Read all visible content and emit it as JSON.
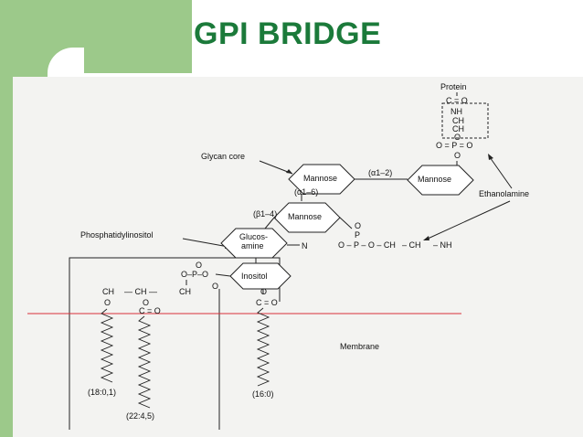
{
  "slide": {
    "title": "GPI BRIDGE"
  },
  "diagram": {
    "labels": {
      "protein": "Protein",
      "glycan_core": "Glycan core",
      "ethanolamine": "Ethanolamine",
      "phosphatidylinositol": "Phosphatidylinositol",
      "membrane": "Membrane"
    },
    "rings": {
      "mannose_1": "Mannose",
      "mannose_2": "Mannose",
      "mannose_3": "Mannose",
      "glucosamine_line1": "Glucos-",
      "glucosamine_line2": "amine",
      "inositol": "Inositol"
    },
    "linkages": {
      "a1_2": "(α1–2)",
      "a1_6": "(α1–6)",
      "b1_4": "(β1–4)"
    },
    "fatty_acids": {
      "chain_1": "(18:0,1)",
      "chain_2": "(22:4,5)",
      "chain_3": "(16:0)"
    },
    "protein_link": {
      "c_eq_o": "C = O",
      "nh": "NH",
      "ch2_a": "CH",
      "ch2_b": "CH",
      "o_top": "O",
      "phosphate": "O = P = O",
      "o_bottom": "O"
    },
    "ethanolamine_phosphate": {
      "o_top": "O",
      "p": "P",
      "o_minus": "O",
      "chain_start": "O – P – O – CH",
      "chain_rest": "– CH",
      "nh2": "– NH"
    },
    "glycerol": {
      "ch2_left": "CH",
      "ch": "— CH —",
      "ch2_right": "CH",
      "o_left": "O",
      "o_mid": "O",
      "c_eq_o": "C = O",
      "phos_o_top": "O",
      "phos_p": "O–P–O",
      "phos_o_side": "O",
      "n": "N",
      "inositol_co": "C = O",
      "o_inositol": "O"
    },
    "colors": {
      "membrane_line": "#d9303a",
      "accent_green": "#9cc98a",
      "title": "#1b7a3a"
    }
  }
}
